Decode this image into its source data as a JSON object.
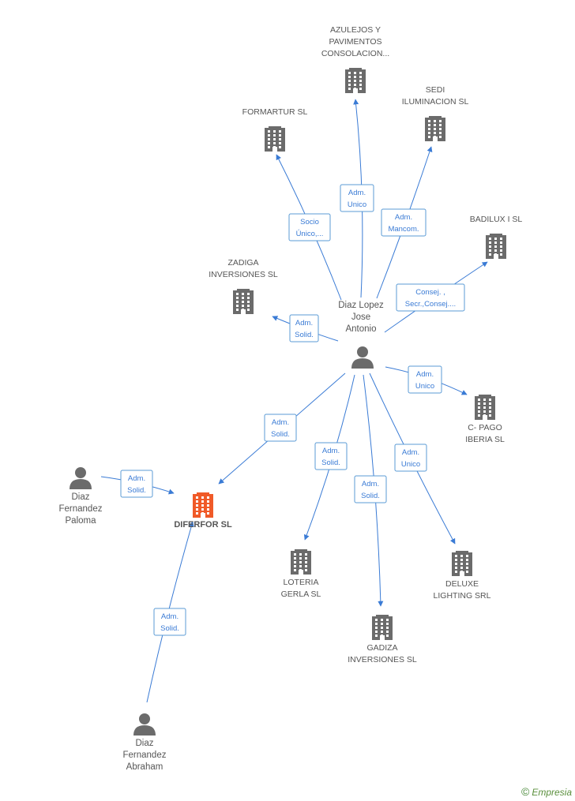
{
  "center": {
    "id": "diaz-lopez",
    "label": [
      "Diaz Lopez",
      "Jose",
      "Antonio"
    ]
  },
  "companies": [
    {
      "id": "azulejos",
      "label": [
        "AZULEJOS Y",
        "PAVIMENTOS",
        "CONSOLACION..."
      ]
    },
    {
      "id": "sedi",
      "label": [
        "SEDI",
        "ILUMINACION SL"
      ]
    },
    {
      "id": "formartur",
      "label": [
        "FORMARTUR SL"
      ]
    },
    {
      "id": "badilux",
      "label": [
        "BADILUX I SL"
      ]
    },
    {
      "id": "zadiga",
      "label": [
        "ZADIGA",
        "INVERSIONES SL"
      ]
    },
    {
      "id": "cpago",
      "label": [
        "C- PAGO",
        "IBERIA SL"
      ]
    },
    {
      "id": "diferfor",
      "label": [
        "DIFERFOR SL"
      ],
      "highlight": true
    },
    {
      "id": "loteria",
      "label": [
        "LOTERIA",
        "GERLA SL"
      ]
    },
    {
      "id": "gadiza",
      "label": [
        "GADIZA",
        "INVERSIONES SL"
      ]
    },
    {
      "id": "deluxe",
      "label": [
        "DELUXE",
        "LIGHTING SRL"
      ]
    }
  ],
  "persons": [
    {
      "id": "paloma",
      "label": [
        "Diaz",
        "Fernandez",
        "Paloma"
      ]
    },
    {
      "id": "abraham",
      "label": [
        "Diaz",
        "Fernandez",
        "Abraham"
      ]
    }
  ],
  "edges": [
    {
      "from": "diaz-lopez",
      "to": "azulejos",
      "label": [
        "Adm.",
        "Unico"
      ]
    },
    {
      "from": "diaz-lopez",
      "to": "formartur",
      "label": [
        "Socio",
        "Único,..."
      ]
    },
    {
      "from": "diaz-lopez",
      "to": "sedi",
      "label": [
        "Adm.",
        "Mancom."
      ]
    },
    {
      "from": "diaz-lopez",
      "to": "badilux",
      "label": [
        "Consej. ,",
        "Secr.,Consej...."
      ]
    },
    {
      "from": "diaz-lopez",
      "to": "zadiga",
      "label": [
        "Adm.",
        "Solid."
      ]
    },
    {
      "from": "diaz-lopez",
      "to": "cpago",
      "label": [
        "Adm.",
        "Unico"
      ]
    },
    {
      "from": "diaz-lopez",
      "to": "diferfor",
      "label": [
        "Adm.",
        "Solid."
      ]
    },
    {
      "from": "diaz-lopez",
      "to": "loteria",
      "label": [
        "Adm.",
        "Solid."
      ]
    },
    {
      "from": "diaz-lopez",
      "to": "gadiza",
      "label": [
        "Adm.",
        "Solid."
      ]
    },
    {
      "from": "diaz-lopez",
      "to": "deluxe",
      "label": [
        "Adm.",
        "Unico"
      ]
    },
    {
      "from": "paloma",
      "to": "diferfor",
      "label": [
        "Adm.",
        "Solid."
      ]
    },
    {
      "from": "abraham",
      "to": "diferfor",
      "label": [
        "Adm.",
        "Solid."
      ]
    }
  ],
  "colors": {
    "edge": "#3a7bd5",
    "building": "#6b6b6b",
    "highlight": "#f05a28",
    "person": "#6b6b6b"
  },
  "footer": {
    "copyright": "©",
    "brand": "Empresia"
  }
}
